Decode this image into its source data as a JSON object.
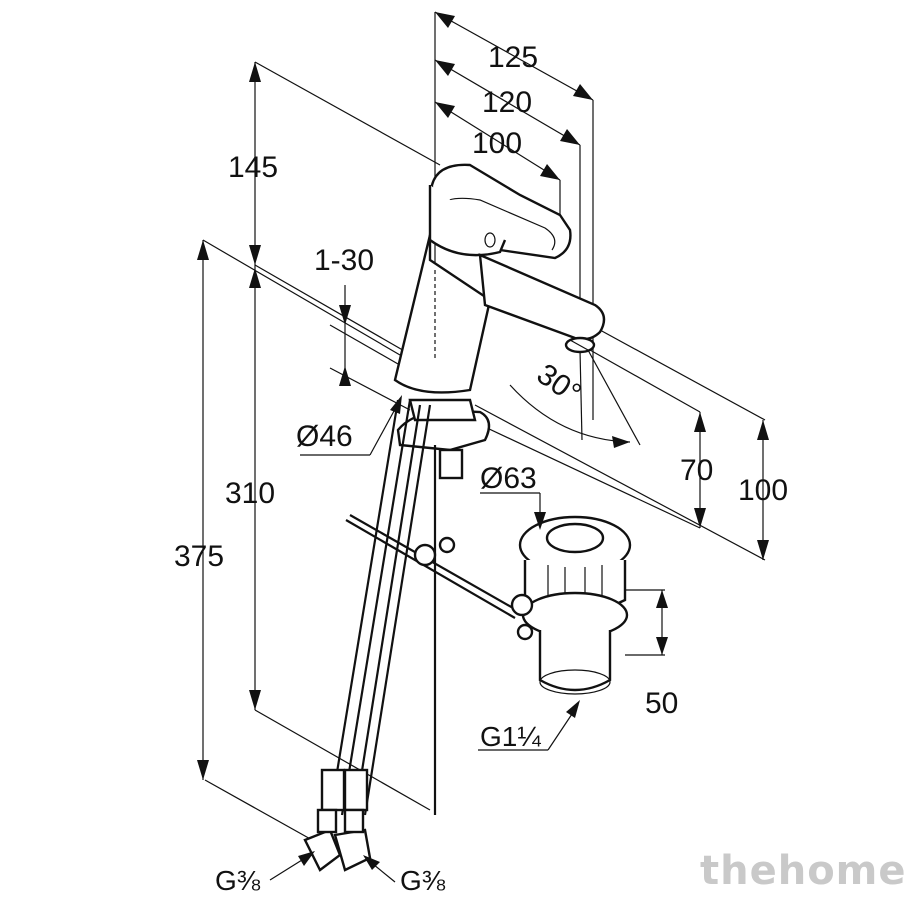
{
  "dimensions": {
    "width_125": "125",
    "width_120": "120",
    "width_100": "100",
    "height_145": "145",
    "adjust_1_30": "1-30",
    "diameter_46": "Ø46",
    "height_310": "310",
    "height_375": "375",
    "diameter_63": "Ø63",
    "angle_30": "30°",
    "height_70": "70",
    "height_100": "100",
    "drain_50": "50"
  },
  "threads": {
    "drain_thread": "G1¼",
    "hose_left": "G⅜",
    "hose_right": "G⅜"
  },
  "watermark": "thehome"
}
